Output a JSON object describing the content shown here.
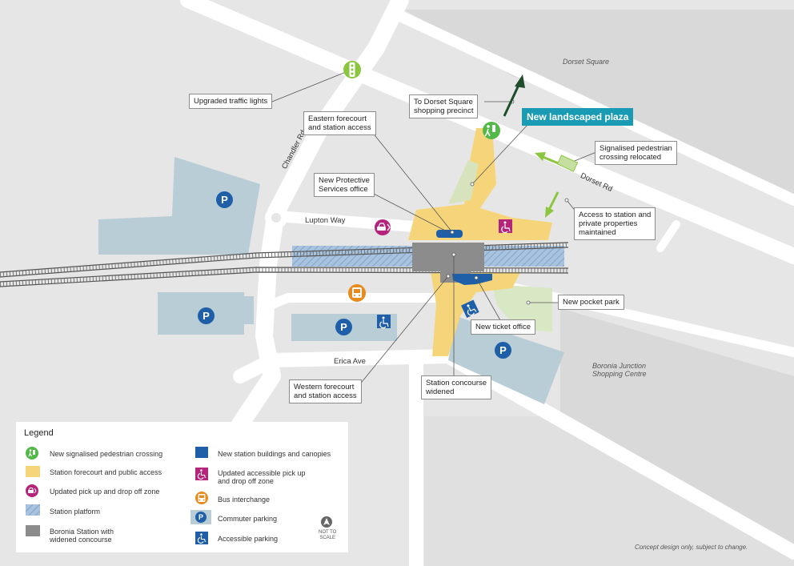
{
  "callouts": {
    "traffic_lights": "Upgraded traffic lights",
    "eastern_forecourt_1": "Eastern forecourt",
    "eastern_forecourt_2": "and station access",
    "dorset_precinct_1": "To Dorset Square",
    "dorset_precinct_2": "shopping precinct",
    "landscaped_plaza": "New landscaped plaza",
    "ped_crossing_1": "Signalised pedestrian",
    "ped_crossing_2": "crossing relocated",
    "protective_1": "New Protective",
    "protective_2": "Services office",
    "access_1": "Access to station and",
    "access_2": "private properties",
    "access_3": "maintained",
    "pocket_park": "New pocket park",
    "ticket_office": "New ticket office",
    "concourse_1": "Station concourse",
    "concourse_2": "widened",
    "western_1": "Western forecourt",
    "western_2": "and station access"
  },
  "roads": {
    "chandler": "Chandler Rd",
    "lupton": "Lupton Way",
    "dorset_rd": "Dorset Rd",
    "erica": "Erica Ave"
  },
  "areas": {
    "dorset_square": "Dorset Square",
    "junction_1": "Boronia Junction",
    "junction_2": "Shopping Centre"
  },
  "parking_letter": "P",
  "note": "Concept design only, subject to change.",
  "legend": {
    "title": "Legend",
    "items": {
      "ped_crossing": "New signalised pedestrian crossing",
      "forecourt": "Station forecourt and public access",
      "pickup": "Updated pick up and drop off zone",
      "platform": "Station platform",
      "concourse_1": "Boronia Station with",
      "concourse_2": "widened concourse",
      "buildings": "New station buildings and canopies",
      "accessible_pickup_1": "Updated accessible pick up",
      "accessible_pickup_2": "and drop off zone",
      "bus": "Bus interchange",
      "commuter": "Commuter parking",
      "accessible_parking": "Accessible parking"
    },
    "scale_1": "NOT TO",
    "scale_2": "SCALE"
  },
  "colors": {
    "background": "#e6e6e6",
    "road": "#ffffff",
    "block": "#d9d9d9",
    "parking": "#b9cdd7",
    "forecourt": "#f6d57a",
    "platform": "#a9c3de",
    "concourse": "#8c8c8c",
    "building": "#1f5fa8",
    "accessible": "#b4247b",
    "bus": "#e88a1c",
    "green_signal": "#52b848",
    "arrow_dark": "#1f4d2b",
    "arrow_light": "#8cc63f",
    "park": "#d9e8c4",
    "plaza": "#1a9bb4"
  },
  "icons": {
    "traffic_lights": "traffic-light-icon",
    "pedestrian": "pedestrian-signal-icon",
    "car": "pickup-car-icon",
    "wheelchair": "wheelchair-icon",
    "bus": "bus-icon",
    "parking": "parking-icon",
    "north": "north-arrow-icon"
  }
}
